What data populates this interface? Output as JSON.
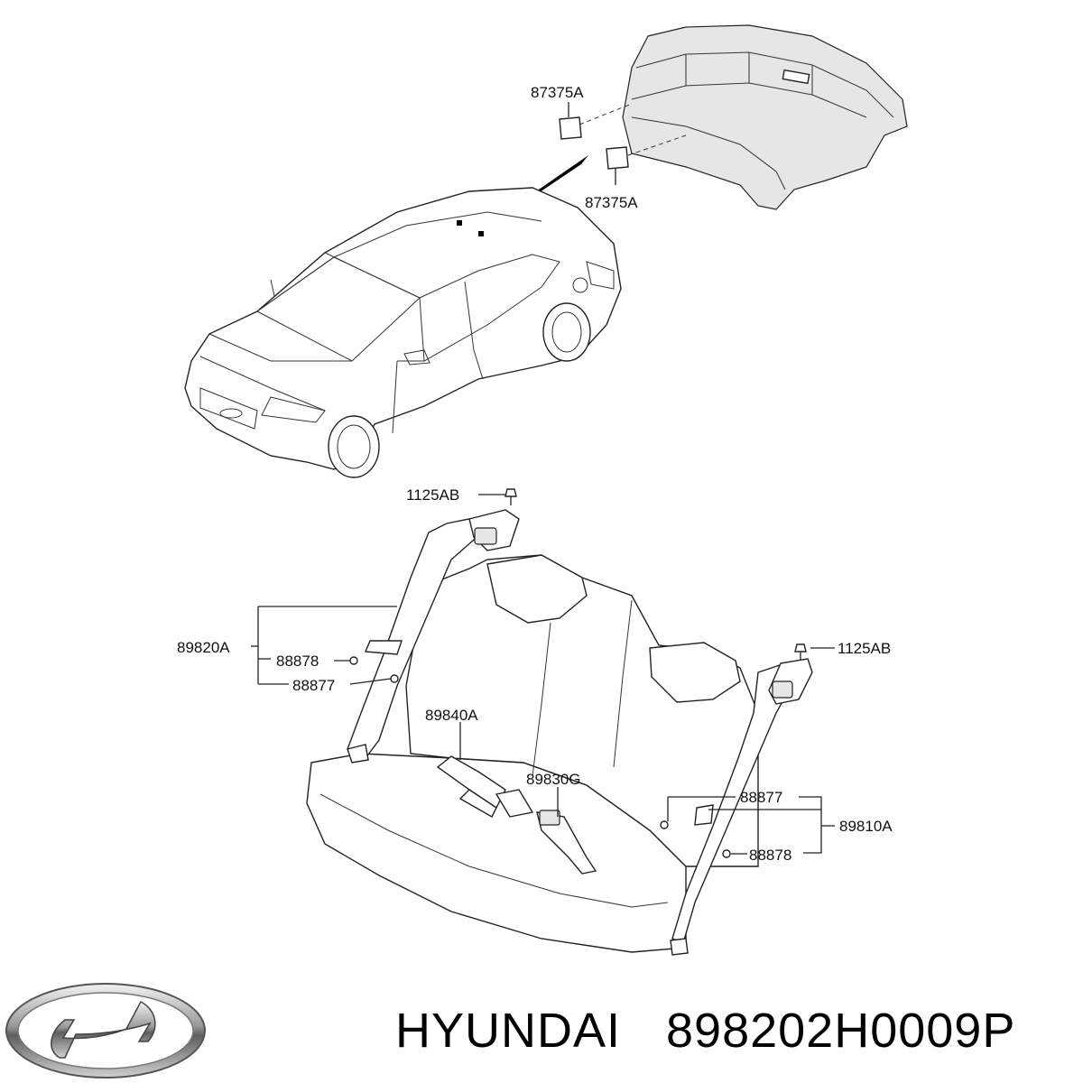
{
  "callouts": {
    "pad_top": "87375A",
    "pad_bottom": "87375A",
    "bolt_left": "1125AB",
    "bolt_right": "1125AB",
    "belt_left": "89820A",
    "washer_left_1": "88878",
    "washer_left_2": "88877",
    "center_belt": "89840A",
    "center_buckle": "89830G",
    "washer_right_1": "88877",
    "belt_right": "89810A",
    "washer_right_2": "88878"
  },
  "footer": {
    "brand": "HYUNDAI",
    "part_number": "898202H0009P",
    "logo_icon": "hyundai-logo-icon"
  }
}
